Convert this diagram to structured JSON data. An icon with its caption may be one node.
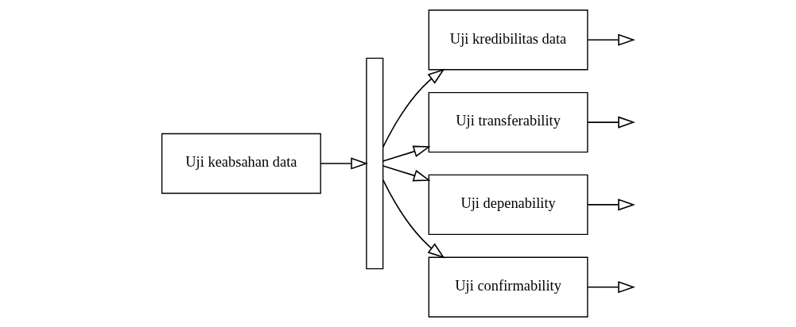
{
  "diagram": {
    "nodes": [
      {
        "text": [
          "Uji keabsahan data"
        ]
      },
      {
        "text": [],
        "shape": "bar"
      },
      {
        "text": [
          "Uji kredibilitas data"
        ]
      },
      {
        "text": [
          "Uji transferability"
        ]
      },
      {
        "text": [
          "Uji depenability"
        ]
      },
      {
        "text": [
          "Uji confirmability"
        ]
      }
    ],
    "edges": [
      {
        "from": 0,
        "to": 1,
        "arrow": "to"
      },
      {
        "from": 1,
        "to": 2,
        "arrow": "to"
      },
      {
        "from": 1,
        "to": 3,
        "arrow": "to"
      },
      {
        "from": 1,
        "to": 4,
        "arrow": "to"
      },
      {
        "from": 1,
        "to": 5,
        "arrow": "to"
      },
      {
        "from": 2,
        "to": null,
        "arrow": "to"
      },
      {
        "from": 3,
        "to": null,
        "arrow": "to"
      },
      {
        "from": 4,
        "to": null,
        "arrow": "to"
      },
      {
        "from": 5,
        "to": null,
        "arrow": "to"
      }
    ]
  }
}
